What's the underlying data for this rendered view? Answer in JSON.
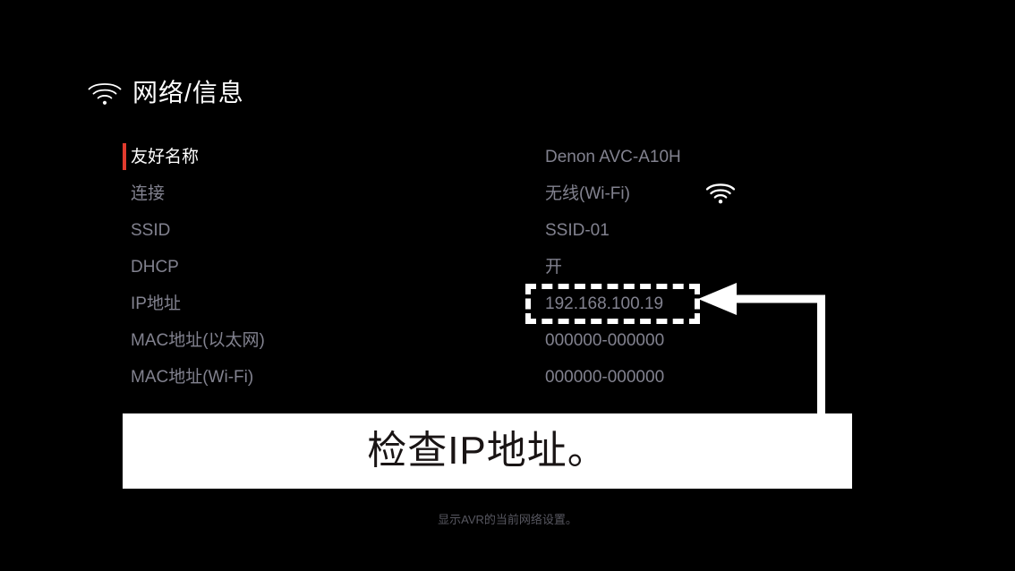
{
  "screen": {
    "background_color": "#000000",
    "accent_color": "#e23b2e",
    "label_color": "#82828f",
    "value_color": "#82828f",
    "selected_label_color": "#ffffff"
  },
  "header": {
    "icon": "wifi-icon",
    "title": "网络/信息"
  },
  "info_rows": [
    {
      "label": "友好名称",
      "value": "Denon AVC-A10H",
      "selected": true,
      "icon": "",
      "highlighted": false
    },
    {
      "label": "连接",
      "value": "无线(Wi-Fi)",
      "selected": false,
      "icon": "wifi-icon",
      "highlighted": false
    },
    {
      "label": "SSID",
      "value": "SSID-01",
      "selected": false,
      "icon": "",
      "highlighted": false
    },
    {
      "label": "DHCP",
      "value": "开",
      "selected": false,
      "icon": "",
      "highlighted": false
    },
    {
      "label": "IP地址",
      "value": "192.168.100.19",
      "selected": false,
      "icon": "",
      "highlighted": true
    },
    {
      "label": "MAC地址(以太网)",
      "value": "000000-000000",
      "selected": false,
      "icon": "",
      "highlighted": false
    },
    {
      "label": "MAC地址(Wi-Fi)",
      "value": "000000-000000",
      "selected": false,
      "icon": "",
      "highlighted": false
    }
  ],
  "callout": {
    "text": "检查IP地址。",
    "background_color": "#ffffff",
    "text_color": "#191414",
    "pointer": "arrow-left"
  },
  "footer": {
    "caption": "显示AVR的当前网络设置。"
  }
}
